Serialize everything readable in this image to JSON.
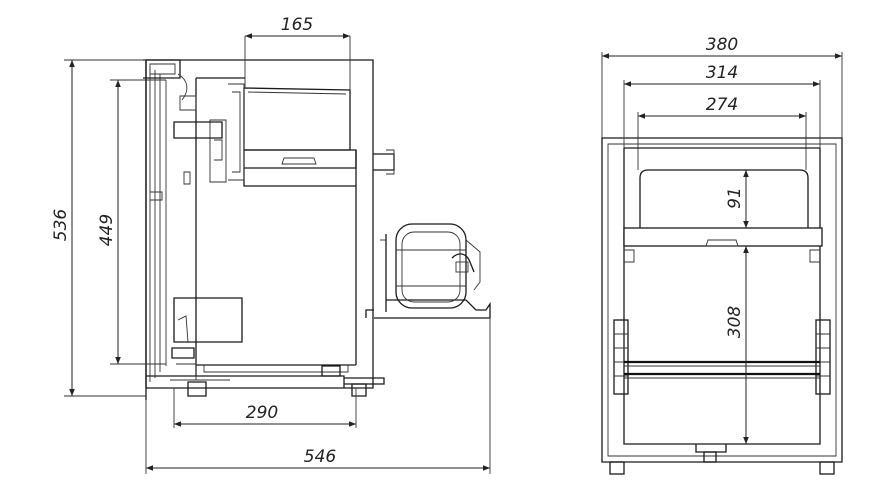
{
  "side_view": {
    "dimensions": {
      "depth_top": "165",
      "height_total": "536",
      "height_inner": "449",
      "depth_cabinet": "290",
      "depth_total": "546"
    }
  },
  "front_view": {
    "dimensions": {
      "width_total": "380",
      "width_inner": "314",
      "width_shelf": "274",
      "freezer_height": "91",
      "fridge_height": "308"
    }
  }
}
